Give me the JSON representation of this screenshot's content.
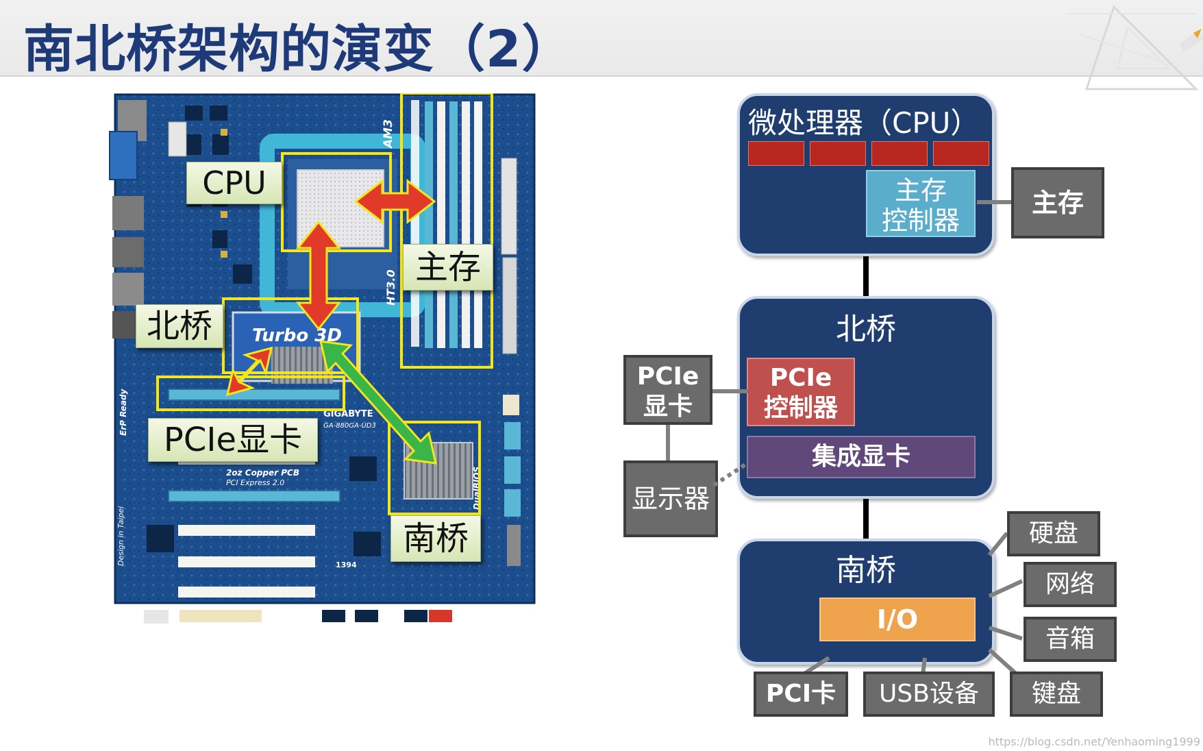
{
  "slide": {
    "title": "南北桥架构的演变（2）",
    "watermark": "https://blog.csdn.net/Yenhaoming1999"
  },
  "motherboard": {
    "labels": {
      "cpu": "CPU",
      "memory": "主存",
      "northbridge": "北桥",
      "pcie_card": "PCIe显卡",
      "southbridge": "南桥"
    },
    "silk": {
      "turbo": "Turbo 3D",
      "gigabyte": "GIGABYTE",
      "model": "GA-880GA-UD3",
      "copper": "2oz Copper PCB",
      "pci_express": "PCI Express 2.0",
      "am3": "AM3",
      "ht": "HT3.0",
      "dualbios": "DualBIOS",
      "erp": "ErP Ready",
      "taipei": "Design in Taipei",
      "ieee": "1394"
    },
    "colors": {
      "board": "#1c4d8c",
      "highlight": "#f5e61a",
      "red_arrow": "#e23a2a",
      "green_arrow": "#3bb54a"
    }
  },
  "diagram": {
    "cpu": {
      "title": "微处理器（CPU）",
      "mem_ctrl_line1": "主存",
      "mem_ctrl_line2": "控制器"
    },
    "main_memory": "主存",
    "northbridge": {
      "title": "北桥",
      "pcie_ctrl_line1": "PCIe",
      "pcie_ctrl_line2": "控制器",
      "igpu": "集成显卡"
    },
    "pcie_card_line1": "PCIe",
    "pcie_card_line2": "显卡",
    "monitor": "显示器",
    "southbridge": {
      "title": "南桥",
      "io": "I/O"
    },
    "peripherals": {
      "hdd": "硬盘",
      "network": "网络",
      "speaker": "音箱",
      "keyboard": "键盘",
      "pci_card": "PCI卡",
      "usb": "USB设备"
    },
    "colors": {
      "block_fill": "#1f3e6f",
      "core_red": "#b7261f",
      "mem_ctrl": "#5aaecb",
      "pcie_ctrl": "#c0504d",
      "igpu": "#60497a",
      "io": "#f0a34d",
      "grey_box": "#6b6b6b"
    }
  }
}
